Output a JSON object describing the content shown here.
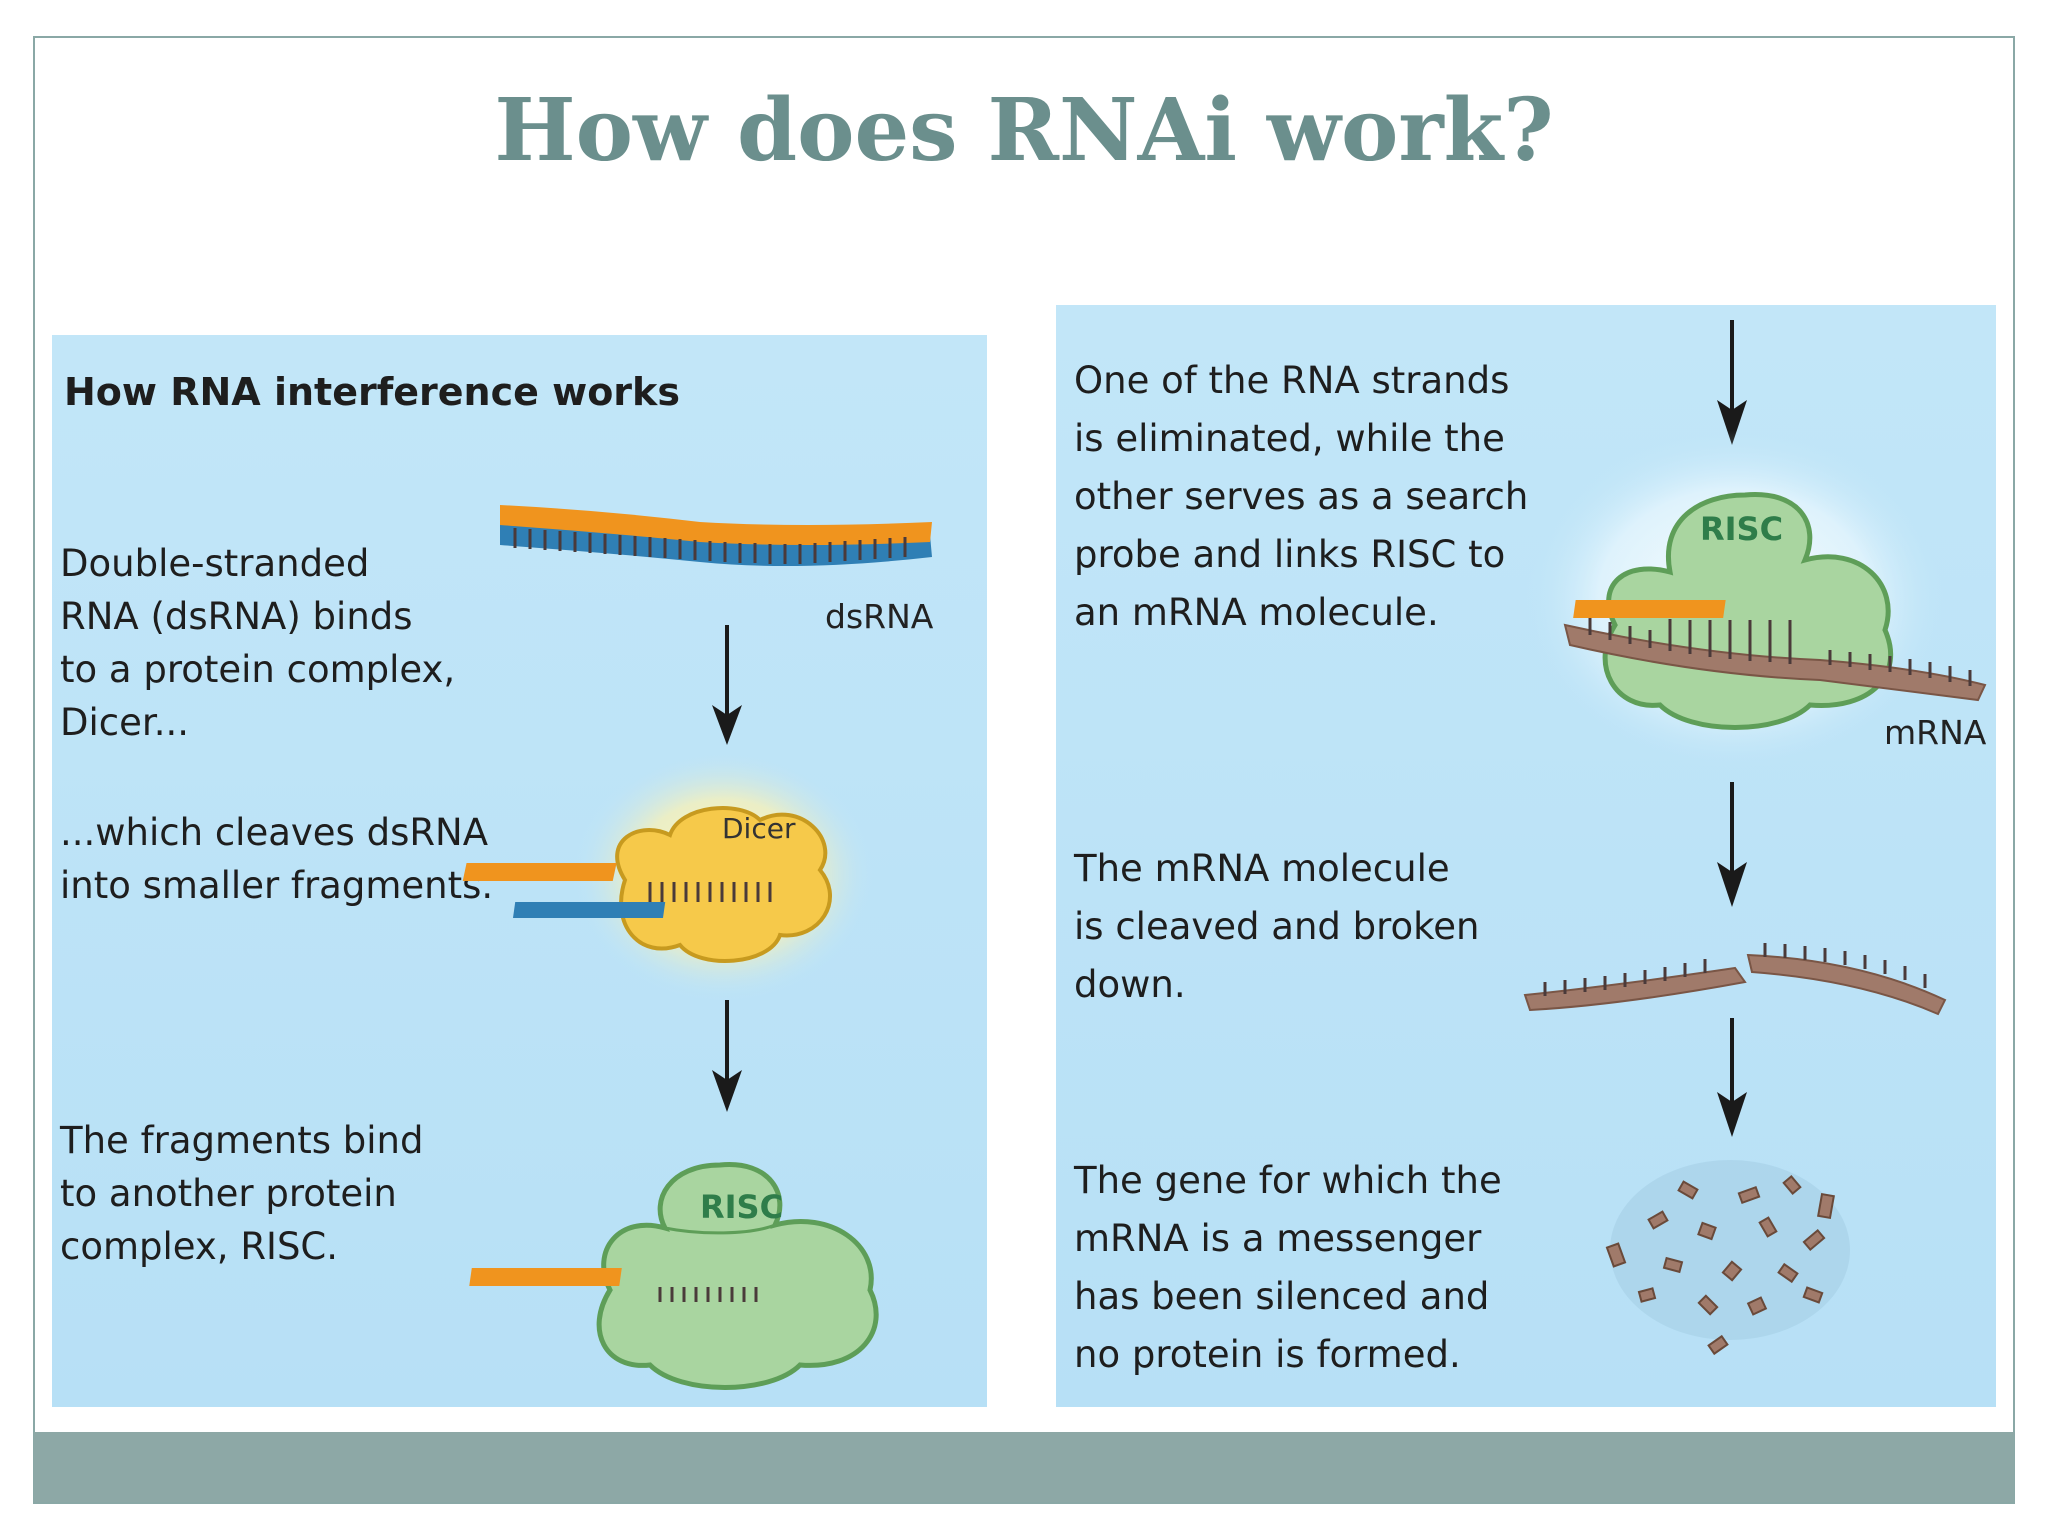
{
  "slide": {
    "title": "How does RNAi work?"
  },
  "left_panel": {
    "heading": "How RNA interference works",
    "step1": "Double-stranded\nRNA (dsRNA) binds\nto a protein complex,\nDicer...",
    "step2": "...which cleaves dsRNA\ninto smaller fragments.",
    "step3": "The fragments bind\nto another protein\ncomplex, RISC.",
    "dsrna_label": "dsRNA",
    "dicer_label": "Dicer",
    "risc_label": "RISC"
  },
  "right_panel": {
    "step4": "One of the RNA strands\nis eliminated, while the\nother serves as a search\nprobe and links RISC to\nan mRNA molecule.",
    "step5": "The mRNA molecule\nis cleaved and broken\ndown.",
    "step6": "The gene for which the\nmRNA is a messenger\nhas been silenced and\nno protein is formed.",
    "risc_label": "RISC",
    "mrna_label": "mRNA"
  },
  "colors": {
    "title": "#6b8f8d",
    "footer": "#8da8a6",
    "panel": "#bfe4f7",
    "orange_strand": "#f0941e",
    "blue_strand": "#2f7fb5",
    "risc_green": "#a9d5a0",
    "dicer_yellow": "#f6c94a",
    "mrna_brown": "#a07a6a"
  }
}
